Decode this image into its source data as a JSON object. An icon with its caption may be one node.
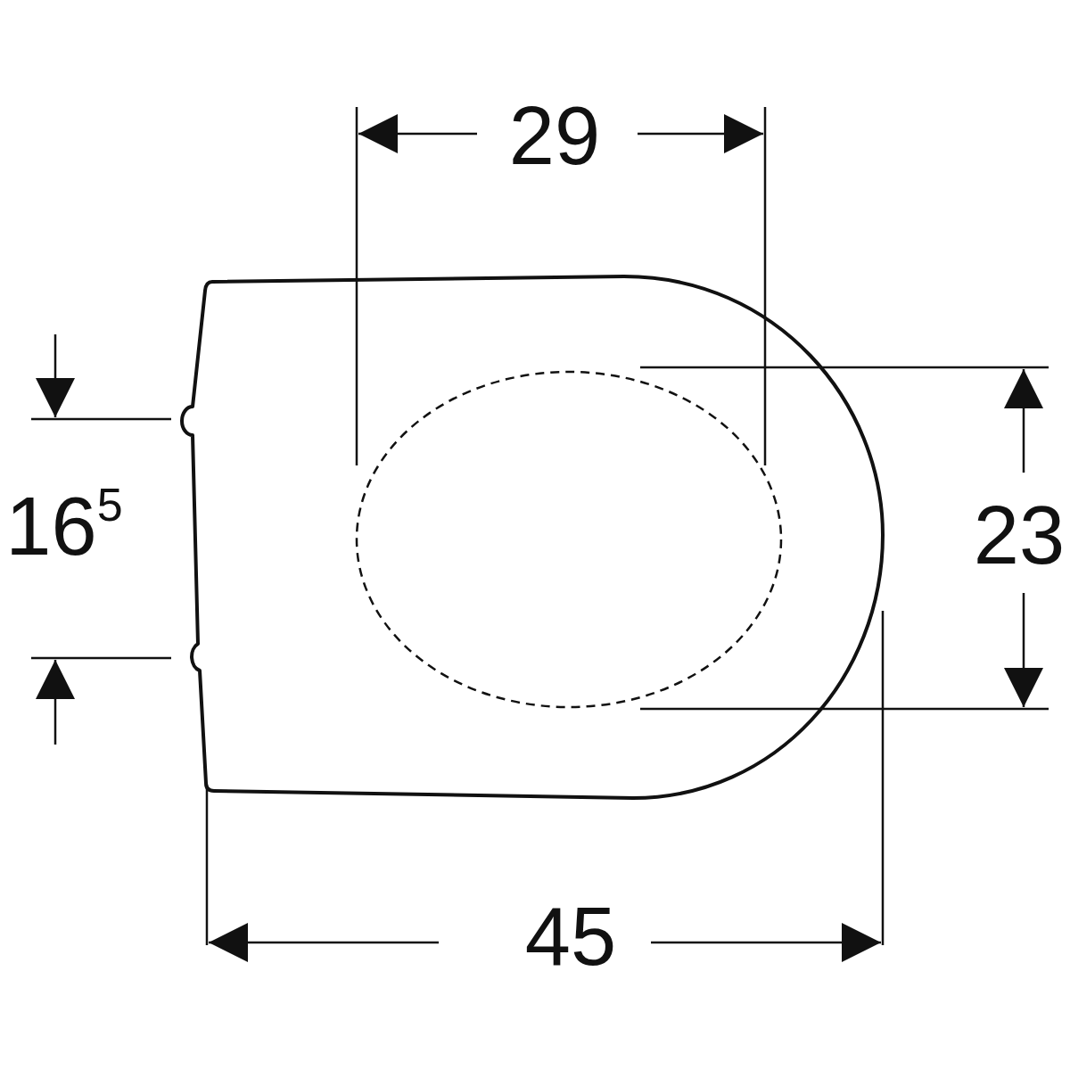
{
  "diagram": {
    "labels": [
      "29",
      "16$^{5}$",
      "23",
      "45"
    ]
  }
}
